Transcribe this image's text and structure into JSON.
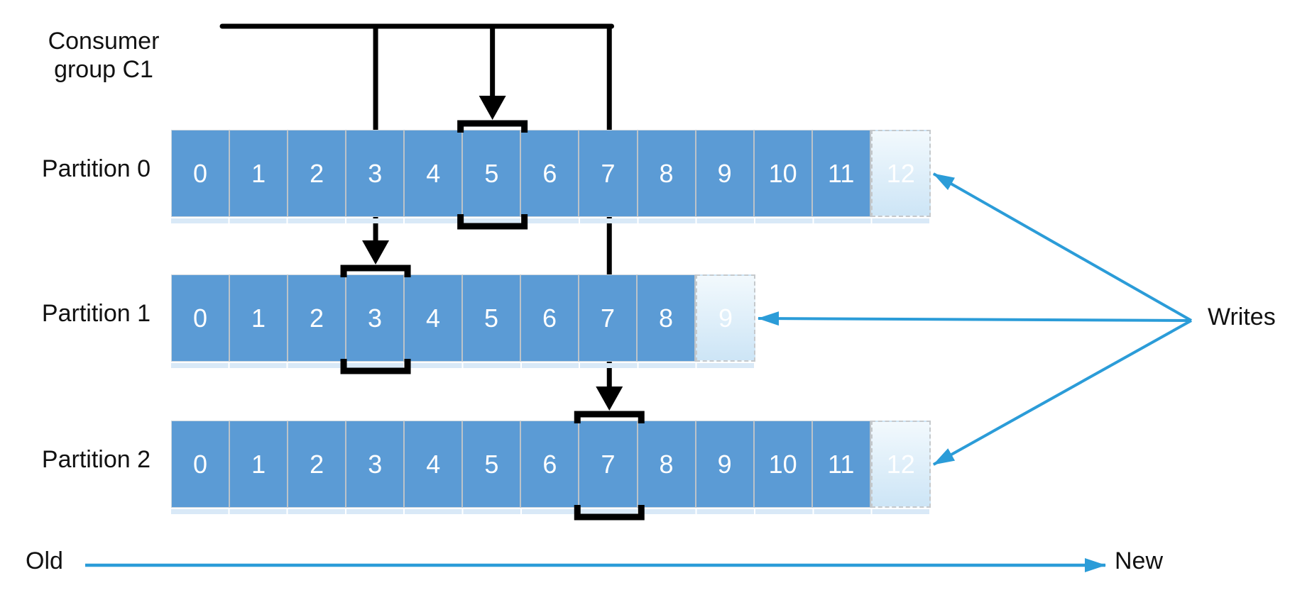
{
  "labels": {
    "consumer_group_line1": "Consumer",
    "consumer_group_line2": "group C1",
    "writes": "Writes",
    "old": "Old",
    "new": "New"
  },
  "partitions": [
    {
      "label": "Partition 0",
      "committed_cells": [
        "0",
        "1",
        "2",
        "3",
        "4",
        "5",
        "6",
        "7",
        "8",
        "9",
        "10",
        "11"
      ],
      "next_offset_cell": "12",
      "consumer_offset_index": 5
    },
    {
      "label": "Partition 1",
      "committed_cells": [
        "0",
        "1",
        "2",
        "3",
        "4",
        "5",
        "6",
        "7",
        "8"
      ],
      "next_offset_cell": "9",
      "consumer_offset_index": 3
    },
    {
      "label": "Partition 2",
      "committed_cells": [
        "0",
        "1",
        "2",
        "3",
        "4",
        "5",
        "6",
        "7",
        "8",
        "9",
        "10",
        "11"
      ],
      "next_offset_cell": "12",
      "consumer_offset_index": 7
    }
  ],
  "colors": {
    "cell_blue": "#5B9BD5",
    "cell_next_top": "#f2f9fd",
    "cell_next_bottom": "#cde5f6",
    "strip_blue": "#D9E9F7",
    "arrow_blue": "#2B9CD8",
    "consumer_line_black": "#000000"
  }
}
